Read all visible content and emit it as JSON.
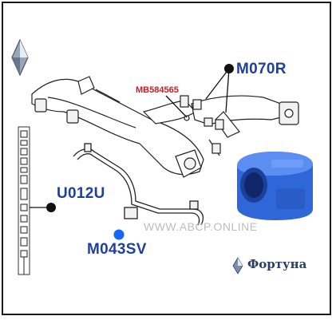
{
  "part_numbers": {
    "m070r": "M070R",
    "u012u": "U012U",
    "m043sv": "M043SV",
    "oem": "MB584565"
  },
  "watermark": "WWW.ABCP.ONLINE",
  "brand": "Фортуна",
  "icons": {
    "logo": "mitsubishi-logo-icon",
    "brand_emblem": "mitsubishi-emblem-icon"
  },
  "colors": {
    "callout_text": "#1f3f9e",
    "oem_text": "#d11a1a",
    "bushing": "#2f66d8",
    "highlight_dot": "#1565ff",
    "frame": "#1a1a1a"
  }
}
